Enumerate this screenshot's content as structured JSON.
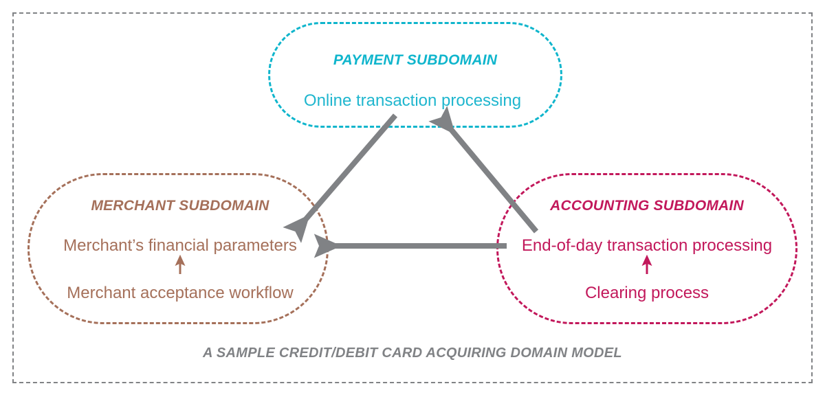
{
  "diagram": {
    "caption": "A SAMPLE CREDIT/DEBIT CARD ACQUIRING DOMAIN MODEL",
    "frame_color": "#808285",
    "arrow_color": "#808285"
  },
  "subdomains": {
    "payment": {
      "title": "PAYMENT SUBDOMAIN",
      "color": "#0FB5CC",
      "capabilities": [
        "Online transaction processing"
      ]
    },
    "merchant": {
      "title": "MERCHANT SUBDOMAIN",
      "color": "#A5705A",
      "capabilities": [
        "Merchant’s financial parameters",
        "Merchant acceptance workflow"
      ]
    },
    "accounting": {
      "title": "ACCOUNTING SUBDOMAIN",
      "color": "#C2185B",
      "capabilities": [
        "End-of-day transaction processing",
        "Clearing process"
      ]
    }
  },
  "relations": [
    {
      "name": "payment-to-merchant",
      "from": "payment",
      "to": "merchant",
      "direction": "down-left"
    },
    {
      "name": "accounting-to-payment",
      "from": "accounting",
      "to": "payment",
      "direction": "up-left"
    },
    {
      "name": "accounting-to-merchant",
      "from": "accounting",
      "to": "merchant",
      "direction": "left"
    },
    {
      "name": "merchant-internal",
      "from": "Merchant acceptance workflow",
      "to": "Merchant’s financial parameters",
      "direction": "up"
    },
    {
      "name": "accounting-internal",
      "from": "Clearing process",
      "to": "End-of-day transaction processing",
      "direction": "up"
    }
  ]
}
